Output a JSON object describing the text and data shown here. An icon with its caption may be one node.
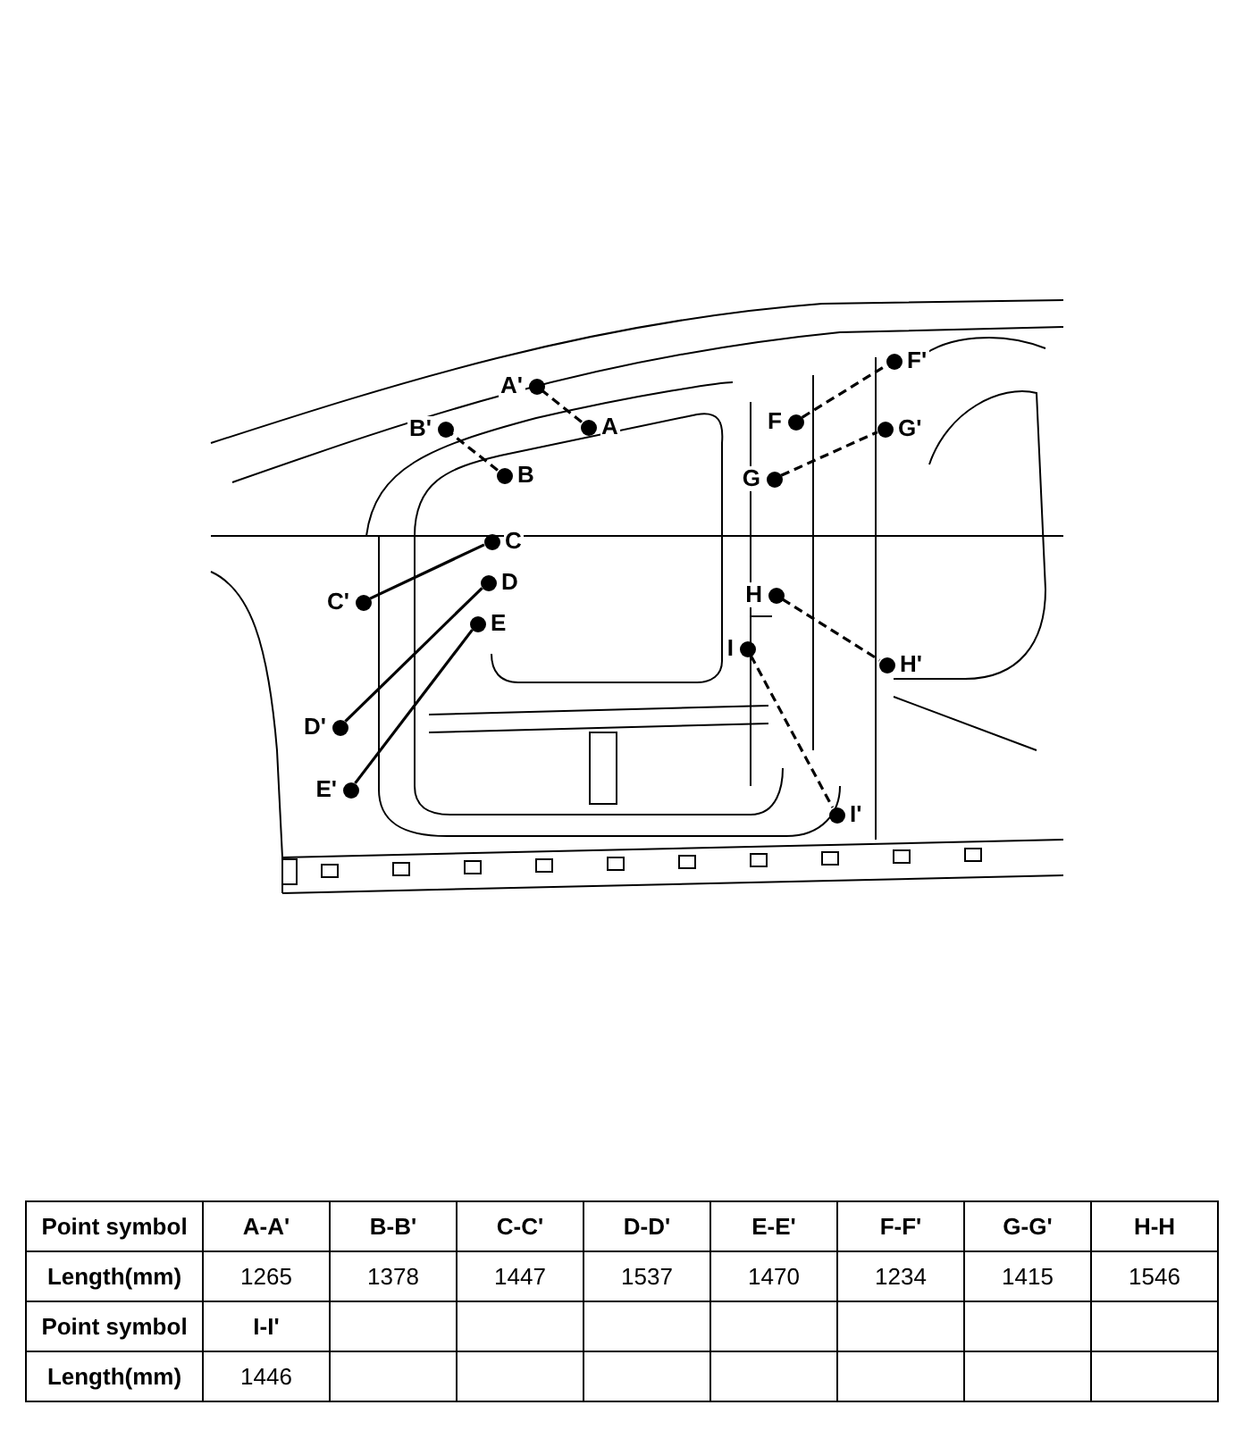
{
  "diagram": {
    "nodes": [
      {
        "text": [
          "A'"
        ]
      },
      {
        "text": [
          "A"
        ]
      },
      {
        "text": [
          "B'"
        ]
      },
      {
        "text": [
          "B"
        ]
      },
      {
        "text": [
          "C"
        ]
      },
      {
        "text": [
          "C'"
        ]
      },
      {
        "text": [
          "D"
        ]
      },
      {
        "text": [
          "D'"
        ]
      },
      {
        "text": [
          "E"
        ]
      },
      {
        "text": [
          "E'"
        ]
      },
      {
        "text": [
          "F'"
        ]
      },
      {
        "text": [
          "F"
        ]
      },
      {
        "text": [
          "G'"
        ]
      },
      {
        "text": [
          "G"
        ]
      },
      {
        "text": [
          "H"
        ]
      },
      {
        "text": [
          "H'"
        ]
      },
      {
        "text": [
          "I"
        ]
      },
      {
        "text": [
          "I'"
        ]
      }
    ],
    "edges": [
      {
        "from": 1,
        "to": 0,
        "arrow": "none",
        "style": "dashed"
      },
      {
        "from": 3,
        "to": 2,
        "arrow": "none",
        "style": "dashed"
      },
      {
        "from": 4,
        "to": 5,
        "arrow": "none"
      },
      {
        "from": 6,
        "to": 7,
        "arrow": "none"
      },
      {
        "from": 8,
        "to": 9,
        "arrow": "none"
      },
      {
        "from": 11,
        "to": 10,
        "arrow": "none",
        "style": "dashed"
      },
      {
        "from": 13,
        "to": 12,
        "arrow": "none",
        "style": "dashed"
      },
      {
        "from": 14,
        "to": 15,
        "arrow": "none",
        "style": "dashed"
      },
      {
        "from": 16,
        "to": 17,
        "arrow": "none",
        "style": "dashed"
      }
    ],
    "labels": [
      "Point symbol",
      "A-A'",
      "B-B'",
      "C-C'",
      "D-D'",
      "E-E'",
      "F-F'",
      "G-G'",
      "H-H",
      "Length(mm)",
      "1265",
      "1378",
      "1447",
      "1537",
      "1470",
      "1234",
      "1415",
      "1546",
      "Point symbol",
      "I-I'",
      "Length(mm)",
      "1446"
    ]
  }
}
